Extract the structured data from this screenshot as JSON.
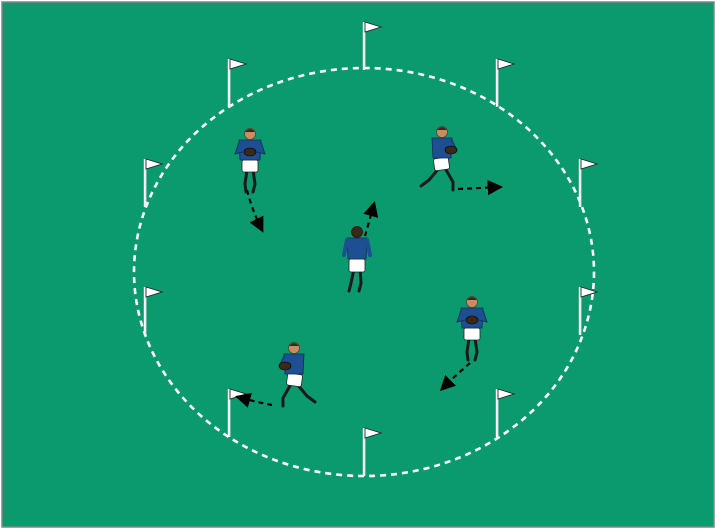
{
  "field": {
    "color": "#0a9a6e",
    "border_color": "#7a8a86",
    "line_color": "#ffffff"
  },
  "diagram": {
    "boundary": {
      "style": "dashed-circle"
    },
    "flags": [
      {
        "id": "flag-top",
        "icon": "flag-icon"
      },
      {
        "id": "flag-top-left",
        "icon": "flag-icon"
      },
      {
        "id": "flag-top-right",
        "icon": "flag-icon"
      },
      {
        "id": "flag-upper-left",
        "icon": "flag-icon"
      },
      {
        "id": "flag-upper-right",
        "icon": "flag-icon"
      },
      {
        "id": "flag-lower-left",
        "icon": "flag-icon"
      },
      {
        "id": "flag-lower-right",
        "icon": "flag-icon"
      },
      {
        "id": "flag-bottom-left",
        "icon": "flag-icon"
      },
      {
        "id": "flag-bottom-right",
        "icon": "flag-icon"
      },
      {
        "id": "flag-bottom",
        "icon": "flag-icon"
      }
    ],
    "players": [
      {
        "id": "player-top-left",
        "icon": "player-with-ball-icon",
        "shirt_color": "#1d4f92",
        "shorts_color": "#ffffff"
      },
      {
        "id": "player-top-right",
        "icon": "player-with-ball-icon",
        "shirt_color": "#1d4f92",
        "shorts_color": "#ffffff"
      },
      {
        "id": "player-center",
        "icon": "player-icon",
        "shirt_color": "#1d4f92",
        "shorts_color": "#ffffff"
      },
      {
        "id": "player-bottom-right",
        "icon": "player-with-ball-icon",
        "shirt_color": "#1d4f92",
        "shorts_color": "#ffffff"
      },
      {
        "id": "player-bottom-left",
        "icon": "player-with-ball-icon",
        "shirt_color": "#1d4f92",
        "shorts_color": "#ffffff"
      }
    ],
    "arrows": [
      {
        "id": "arrow-top-left",
        "style": "dashed"
      },
      {
        "id": "arrow-top-right",
        "style": "dashed"
      },
      {
        "id": "arrow-center",
        "style": "dashed"
      },
      {
        "id": "arrow-bottom-right",
        "style": "dashed"
      },
      {
        "id": "arrow-bottom-left",
        "style": "dashed"
      }
    ]
  }
}
